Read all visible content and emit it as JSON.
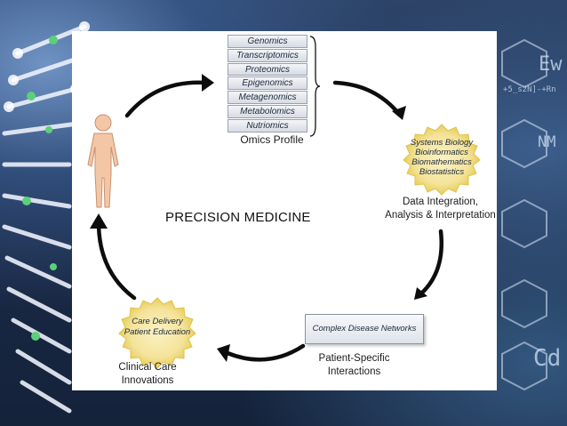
{
  "diagram": {
    "title": "PRECISION MEDICINE",
    "omics_layers": [
      "Genomics",
      "Transcriptomics",
      "Proteomics",
      "Epigenomics",
      "Metagenomics",
      "Metabolomics",
      "Nutriomics"
    ],
    "omics_label": "Omics Profile",
    "data_methods": [
      "Systems Biology",
      "Bioinformatics",
      "Biomathematics",
      "Biostatistics"
    ],
    "data_label_line1": "Data Integration,",
    "data_label_line2": "Analysis & Interpretation",
    "network_box": "Complex Disease Networks",
    "patient_label_line1": "Patient-Specific",
    "patient_label_line2": "Interactions",
    "care_items": [
      "Care Delivery",
      "Patient Education"
    ],
    "clinical_label_line1": "Clinical Care",
    "clinical_label_line2": "Innovations"
  },
  "background": {
    "text_ew": "Ew",
    "text_nm": "NM",
    "text_cd": "Cd",
    "text_formula": "+5_s2N]-+Rn"
  },
  "colors": {
    "seal_fill": "#f6e9a6",
    "seal_edge": "#e8cf5c",
    "arrow": "#0d0d0d",
    "panel": "#ffffff"
  }
}
